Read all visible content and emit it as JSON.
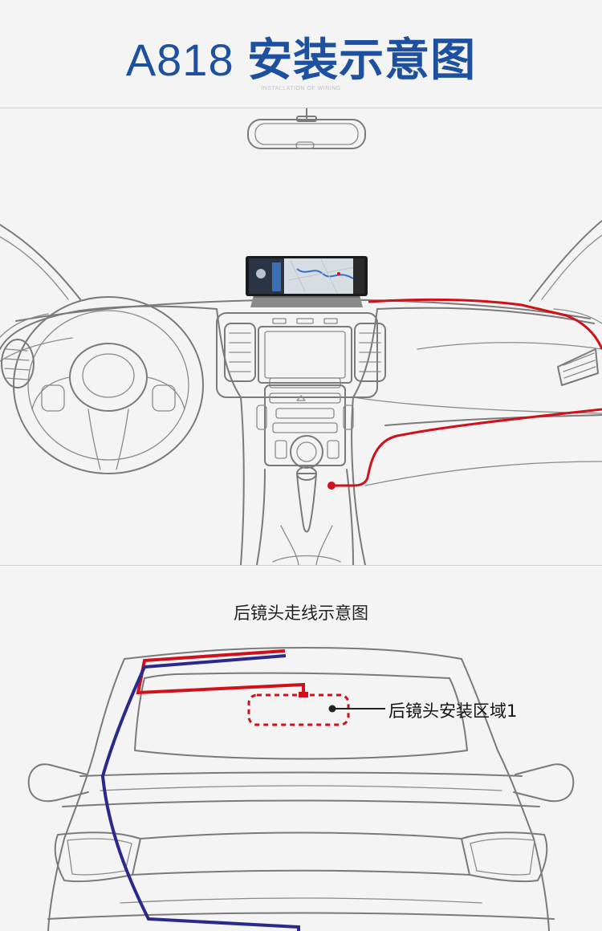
{
  "header": {
    "model": "A818",
    "title": "安装示意图",
    "subtitle": "INSTALLATION OF WIRING"
  },
  "rear_section": {
    "title": "后镜头走线示意图",
    "install_area_label": "后镜头安装区域1"
  },
  "colors": {
    "title_blue": "#1e50a0",
    "wire_red": "#d0101a",
    "wire_blue": "#2a2a8c",
    "line_gray": "#7a7a7a",
    "background": "#f4f4f4"
  },
  "icons": {
    "device": "dashboard-navigation-device",
    "rear_camera_zone": "dashed-install-area"
  }
}
